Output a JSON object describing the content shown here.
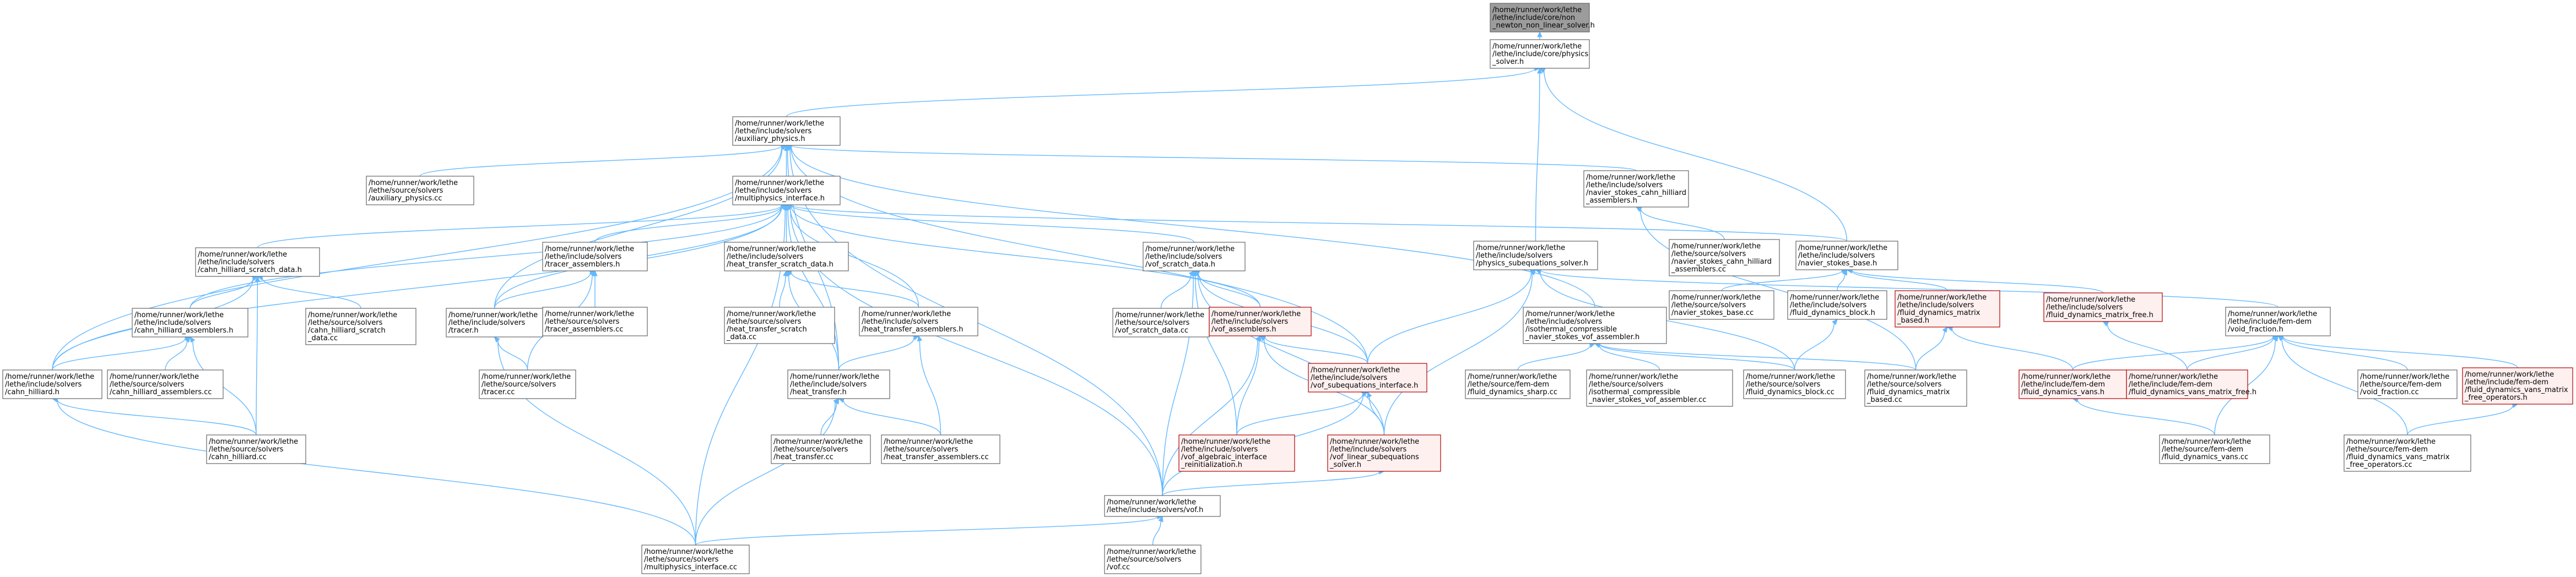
{
  "nodes": [
    {
      "id": "root",
      "lines": [
        "/home/runner/work/lethe",
        "/lethe/include/core/non",
        "_newton_non_linear_solver.h"
      ],
      "style": "root"
    },
    {
      "id": "physics_solver",
      "lines": [
        "/home/runner/work/lethe",
        "/lethe/include/core/physics",
        "_solver.h"
      ],
      "style": "plain"
    },
    {
      "id": "auxiliary_physics_h",
      "lines": [
        "/home/runner/work/lethe",
        "/lethe/include/solvers",
        "/auxiliary_physics.h"
      ],
      "style": "plain"
    },
    {
      "id": "auxiliary_physics_cc",
      "lines": [
        "/home/runner/work/lethe",
        "/lethe/source/solvers",
        "/auxiliary_physics.cc"
      ],
      "style": "plain"
    },
    {
      "id": "multiphysics_h",
      "lines": [
        "/home/runner/work/lethe",
        "/lethe/include/solvers",
        "/multiphysics_interface.h"
      ],
      "style": "plain"
    },
    {
      "id": "ns_cahn_h",
      "lines": [
        "/home/runner/work/lethe",
        "/lethe/include/solvers",
        "/navier_stokes_cahn_hilliard",
        "_assemblers.h"
      ],
      "style": "plain"
    },
    {
      "id": "ns_cahn_cc",
      "lines": [
        "/home/runner/work/lethe",
        "/lethe/source/solvers",
        "/navier_stokes_cahn_hilliard",
        "_assemblers.cc"
      ],
      "style": "plain"
    },
    {
      "id": "physics_sub",
      "lines": [
        "/home/runner/work/lethe",
        "/lethe/include/solvers",
        "/physics_subequations_solver.h"
      ],
      "style": "plain"
    },
    {
      "id": "ns_base_h",
      "lines": [
        "/home/runner/work/lethe",
        "/lethe/include/solvers",
        "/navier_stokes_base.h"
      ],
      "style": "plain"
    },
    {
      "id": "ns_base_cc",
      "lines": [
        "/home/runner/work/lethe",
        "/lethe/source/solvers",
        "/navier_stokes_base.cc"
      ],
      "style": "plain"
    },
    {
      "id": "fluid_dyn_block_h",
      "lines": [
        "/home/runner/work/lethe",
        "/lethe/include/solvers",
        "/fluid_dynamics_block.h"
      ],
      "style": "plain"
    },
    {
      "id": "fluid_dyn_matrix_h",
      "lines": [
        "/home/runner/work/lethe",
        "/lethe/include/solvers",
        "/fluid_dynamics_matrix",
        "_based.h"
      ],
      "style": "red"
    },
    {
      "id": "fluid_dyn_matrix_free_h",
      "lines": [
        "/home/runner/work/lethe",
        "/lethe/include/solvers",
        "/fluid_dynamics_matrix_free.h"
      ],
      "style": "red"
    },
    {
      "id": "void_fraction_h",
      "lines": [
        "/home/runner/work/lethe",
        "/lethe/include/fem-dem",
        "/void_fraction.h"
      ],
      "style": "plain"
    },
    {
      "id": "cahn_scratch_h",
      "lines": [
        "/home/runner/work/lethe",
        "/lethe/include/solvers",
        "/cahn_hilliard_scratch_data.h"
      ],
      "style": "plain"
    },
    {
      "id": "cahn_scratch_cc",
      "lines": [
        "/home/runner/work/lethe",
        "/lethe/source/solvers",
        "/cahn_hilliard_scratch",
        "_data.cc"
      ],
      "style": "plain"
    },
    {
      "id": "cahn_assemblers_h",
      "lines": [
        "/home/runner/work/lethe",
        "/lethe/include/solvers",
        "/cahn_hilliard_assemblers.h"
      ],
      "style": "plain"
    },
    {
      "id": "cahn_assemblers_cc",
      "lines": [
        "/home/runner/work/lethe",
        "/lethe/source/solvers",
        "/cahn_hilliard_assemblers.cc"
      ],
      "style": "plain"
    },
    {
      "id": "cahn_h",
      "lines": [
        "/home/runner/work/lethe",
        "/lethe/include/solvers",
        "/cahn_hilliard.h"
      ],
      "style": "plain"
    },
    {
      "id": "cahn_cc",
      "lines": [
        "/home/runner/work/lethe",
        "/lethe/source/solvers",
        "/cahn_hilliard.cc"
      ],
      "style": "plain"
    },
    {
      "id": "tracer_assemblers_h",
      "lines": [
        "/home/runner/work/lethe",
        "/lethe/include/solvers",
        "/tracer_assemblers.h"
      ],
      "style": "plain"
    },
    {
      "id": "tracer_assemblers_cc",
      "lines": [
        "/home/runner/work/lethe",
        "/lethe/source/solvers",
        "/tracer_assemblers.cc"
      ],
      "style": "plain"
    },
    {
      "id": "tracer_h",
      "lines": [
        "/home/runner/work/lethe",
        "/lethe/include/solvers",
        "/tracer.h"
      ],
      "style": "plain"
    },
    {
      "id": "tracer_cc",
      "lines": [
        "/home/runner/work/lethe",
        "/lethe/source/solvers",
        "/tracer.cc"
      ],
      "style": "plain"
    },
    {
      "id": "ht_scratch_h",
      "lines": [
        "/home/runner/work/lethe",
        "/lethe/include/solvers",
        "/heat_transfer_scratch_data.h"
      ],
      "style": "plain"
    },
    {
      "id": "ht_scratch_cc",
      "lines": [
        "/home/runner/work/lethe",
        "/lethe/source/solvers",
        "/heat_transfer_scratch",
        "_data.cc"
      ],
      "style": "plain"
    },
    {
      "id": "ht_assemblers_h",
      "lines": [
        "/home/runner/work/lethe",
        "/lethe/include/solvers",
        "/heat_transfer_assemblers.h"
      ],
      "style": "plain"
    },
    {
      "id": "ht_assemblers_cc",
      "lines": [
        "/home/runner/work/lethe",
        "/lethe/source/solvers",
        "/heat_transfer_assemblers.cc"
      ],
      "style": "plain"
    },
    {
      "id": "ht_h",
      "lines": [
        "/home/runner/work/lethe",
        "/lethe/include/solvers",
        "/heat_transfer.h"
      ],
      "style": "plain"
    },
    {
      "id": "ht_cc",
      "lines": [
        "/home/runner/work/lethe",
        "/lethe/source/solvers",
        "/heat_transfer.cc"
      ],
      "style": "plain"
    },
    {
      "id": "vof_scratch_h",
      "lines": [
        "/home/runner/work/lethe",
        "/lethe/include/solvers",
        "/vof_scratch_data.h"
      ],
      "style": "plain"
    },
    {
      "id": "vof_scratch_cc",
      "lines": [
        "/home/runner/work/lethe",
        "/lethe/source/solvers",
        "/vof_scratch_data.cc"
      ],
      "style": "plain"
    },
    {
      "id": "vof_assemblers_h",
      "lines": [
        "/home/runner/work/lethe",
        "/lethe/include/solvers",
        "/vof_assemblers.h"
      ],
      "style": "red"
    },
    {
      "id": "vof_sub_h",
      "lines": [
        "/home/runner/work/lethe",
        "/lethe/include/solvers",
        "/vof_subequations_interface.h"
      ],
      "style": "red"
    },
    {
      "id": "vof_alg_h",
      "lines": [
        "/home/runner/work/lethe",
        "/lethe/include/solvers",
        "/vof_algebraic_interface",
        "_reinitialization.h"
      ],
      "style": "red"
    },
    {
      "id": "vof_lin_h",
      "lines": [
        "/home/runner/work/lethe",
        "/lethe/include/solvers",
        "/vof_linear_subequations",
        "_solver.h"
      ],
      "style": "red"
    },
    {
      "id": "vof_h",
      "lines": [
        "/home/runner/work/lethe",
        "/lethe/include/solvers/vof.h"
      ],
      "style": "plain"
    },
    {
      "id": "vof_cc",
      "lines": [
        "/home/runner/work/lethe",
        "/lethe/source/solvers",
        "/vof.cc"
      ],
      "style": "plain"
    },
    {
      "id": "multiphysics_cc",
      "lines": [
        "/home/runner/work/lethe",
        "/lethe/source/solvers",
        "/multiphysics_interface.cc"
      ],
      "style": "plain"
    },
    {
      "id": "iso_vof_h",
      "lines": [
        "/home/runner/work/lethe",
        "/lethe/include/solvers",
        "/isothermal_compressible",
        "_navier_stokes_vof_assembler.h"
      ],
      "style": "plain"
    },
    {
      "id": "fd_sharp_cc",
      "lines": [
        "/home/runner/work/lethe",
        "/lethe/source/fem-dem",
        "/fluid_dynamics_sharp.cc"
      ],
      "style": "plain"
    },
    {
      "id": "iso_vof_cc",
      "lines": [
        "/home/runner/work/lethe",
        "/lethe/source/solvers",
        "/isothermal_compressible",
        "_navier_stokes_vof_assembler.cc"
      ],
      "style": "plain"
    },
    {
      "id": "fd_block_cc",
      "lines": [
        "/home/runner/work/lethe",
        "/lethe/source/solvers",
        "/fluid_dynamics_block.cc"
      ],
      "style": "plain"
    },
    {
      "id": "fd_matrix_cc",
      "lines": [
        "/home/runner/work/lethe",
        "/lethe/source/solvers",
        "/fluid_dynamics_matrix",
        "_based.cc"
      ],
      "style": "plain"
    },
    {
      "id": "fd_vans_h",
      "lines": [
        "/home/runner/work/lethe",
        "/lethe/include/fem-dem",
        "/fluid_dynamics_vans.h"
      ],
      "style": "red"
    },
    {
      "id": "fd_vans_mf_h",
      "lines": [
        "/home/runner/work/lethe",
        "/lethe/include/fem-dem",
        "/fluid_dynamics_vans_matrix_free.h"
      ],
      "style": "red"
    },
    {
      "id": "void_fraction_cc",
      "lines": [
        "/home/runner/work/lethe",
        "/lethe/source/fem-dem",
        "/void_fraction.cc"
      ],
      "style": "plain"
    },
    {
      "id": "fd_vans_op_h",
      "lines": [
        "/home/runner/work/lethe",
        "/lethe/include/fem-dem",
        "/fluid_dynamics_vans_matrix",
        "_free_operators.h"
      ],
      "style": "red"
    },
    {
      "id": "fd_vans_cc",
      "lines": [
        "/home/runner/work/lethe",
        "/lethe/source/fem-dem",
        "/fluid_dynamics_vans.cc"
      ],
      "style": "plain"
    },
    {
      "id": "fd_vans_op_cc",
      "lines": [
        "/home/runner/work/lethe",
        "/lethe/source/fem-dem",
        "/fluid_dynamics_vans_matrix",
        "_free_operators.cc"
      ],
      "style": "plain"
    }
  ],
  "edges": [
    [
      "physics_solver",
      "root"
    ],
    [
      "auxiliary_physics_h",
      "physics_solver"
    ],
    [
      "physics_sub",
      "physics_solver"
    ],
    [
      "ns_base_h",
      "physics_solver"
    ],
    [
      "auxiliary_physics_cc",
      "auxiliary_physics_h"
    ],
    [
      "multiphysics_h",
      "auxiliary_physics_h"
    ],
    [
      "ns_cahn_h",
      "auxiliary_physics_h"
    ],
    [
      "cahn_h",
      "auxiliary_physics_h"
    ],
    [
      "tracer_h",
      "auxiliary_physics_h"
    ],
    [
      "ht_h",
      "auxiliary_physics_h"
    ],
    [
      "vof_h",
      "auxiliary_physics_h"
    ],
    [
      "iso_vof_h",
      "auxiliary_physics_h"
    ],
    [
      "vof_sub_h",
      "auxiliary_physics_h"
    ],
    [
      "ns_cahn_cc",
      "ns_cahn_h"
    ],
    [
      "fd_matrix_cc",
      "ns_cahn_h"
    ],
    [
      "ns_base_h",
      "multiphysics_h"
    ],
    [
      "cahn_scratch_h",
      "multiphysics_h"
    ],
    [
      "cahn_assemblers_h",
      "multiphysics_h"
    ],
    [
      "cahn_h",
      "multiphysics_h"
    ],
    [
      "tracer_assemblers_h",
      "multiphysics_h"
    ],
    [
      "tracer_h",
      "multiphysics_h"
    ],
    [
      "ht_scratch_h",
      "multiphysics_h"
    ],
    [
      "ht_assemblers_h",
      "multiphysics_h"
    ],
    [
      "ht_h",
      "multiphysics_h"
    ],
    [
      "vof_scratch_h",
      "multiphysics_h"
    ],
    [
      "vof_assemblers_h",
      "multiphysics_h"
    ],
    [
      "vof_h",
      "multiphysics_h"
    ],
    [
      "multiphysics_cc",
      "multiphysics_h"
    ],
    [
      "ns_base_cc",
      "ns_base_h"
    ],
    [
      "fluid_dyn_block_h",
      "ns_base_h"
    ],
    [
      "fluid_dyn_matrix_h",
      "ns_base_h"
    ],
    [
      "fluid_dyn_matrix_free_h",
      "ns_base_h"
    ],
    [
      "void_fraction_h",
      "physics_sub"
    ],
    [
      "vof_sub_h",
      "physics_sub"
    ],
    [
      "vof_lin_h",
      "physics_sub"
    ],
    [
      "fd_block_cc",
      "physics_sub"
    ],
    [
      "fd_block_cc",
      "fluid_dyn_block_h"
    ],
    [
      "fd_matrix_cc",
      "fluid_dyn_matrix_h"
    ],
    [
      "fd_vans_h",
      "fluid_dyn_matrix_h"
    ],
    [
      "fd_vans_mf_h",
      "fluid_dyn_matrix_free_h"
    ],
    [
      "fd_vans_h",
      "void_fraction_h"
    ],
    [
      "fd_vans_mf_h",
      "void_fraction_h"
    ],
    [
      "void_fraction_cc",
      "void_fraction_h"
    ],
    [
      "fd_vans_op_h",
      "void_fraction_h"
    ],
    [
      "fd_vans_cc",
      "void_fraction_h"
    ],
    [
      "fd_vans_op_cc",
      "void_fraction_h"
    ],
    [
      "fd_vans_cc",
      "fd_vans_h"
    ],
    [
      "fd_vans_op_cc",
      "fd_vans_op_h"
    ],
    [
      "cahn_scratch_cc",
      "cahn_scratch_h"
    ],
    [
      "cahn_assemblers_h",
      "cahn_scratch_h"
    ],
    [
      "cahn_h",
      "cahn_scratch_h"
    ],
    [
      "cahn_cc",
      "cahn_scratch_h"
    ],
    [
      "cahn_assemblers_cc",
      "cahn_assemblers_h"
    ],
    [
      "cahn_h",
      "cahn_assemblers_h"
    ],
    [
      "cahn_cc",
      "cahn_assemblers_h"
    ],
    [
      "cahn_cc",
      "cahn_h"
    ],
    [
      "multiphysics_cc",
      "cahn_h"
    ],
    [
      "tracer_h",
      "tracer_assemblers_h"
    ],
    [
      "tracer_assemblers_cc",
      "tracer_assemblers_h"
    ],
    [
      "tracer_cc",
      "tracer_assemblers_h"
    ],
    [
      "tracer_cc",
      "tracer_h"
    ],
    [
      "multiphysics_cc",
      "tracer_h"
    ],
    [
      "ht_scratch_cc",
      "ht_scratch_h"
    ],
    [
      "ht_assemblers_h",
      "ht_scratch_h"
    ],
    [
      "ht_h",
      "ht_scratch_h"
    ],
    [
      "ht_h",
      "ht_assemblers_h"
    ],
    [
      "ht_assemblers_cc",
      "ht_assemblers_h"
    ],
    [
      "ht_cc",
      "ht_h"
    ],
    [
      "ht_assemblers_cc",
      "ht_h"
    ],
    [
      "multiphysics_cc",
      "ht_h"
    ],
    [
      "vof_scratch_cc",
      "vof_scratch_h"
    ],
    [
      "vof_assemblers_h",
      "vof_scratch_h"
    ],
    [
      "vof_sub_h",
      "vof_scratch_h"
    ],
    [
      "vof_alg_h",
      "vof_scratch_h"
    ],
    [
      "vof_lin_h",
      "vof_scratch_h"
    ],
    [
      "vof_h",
      "vof_scratch_h"
    ],
    [
      "vof_sub_h",
      "vof_assemblers_h"
    ],
    [
      "vof_alg_h",
      "vof_assemblers_h"
    ],
    [
      "vof_lin_h",
      "vof_assemblers_h"
    ],
    [
      "vof_h",
      "vof_assemblers_h"
    ],
    [
      "vof_alg_h",
      "vof_sub_h"
    ],
    [
      "vof_lin_h",
      "vof_sub_h"
    ],
    [
      "vof_h",
      "vof_sub_h"
    ],
    [
      "vof_h",
      "vof_lin_h"
    ],
    [
      "vof_cc",
      "vof_h"
    ],
    [
      "multiphysics_cc",
      "vof_h"
    ],
    [
      "fd_sharp_cc",
      "iso_vof_h"
    ],
    [
      "iso_vof_cc",
      "iso_vof_h"
    ],
    [
      "fd_block_cc",
      "iso_vof_h"
    ],
    [
      "fd_matrix_cc",
      "iso_vof_h"
    ]
  ]
}
